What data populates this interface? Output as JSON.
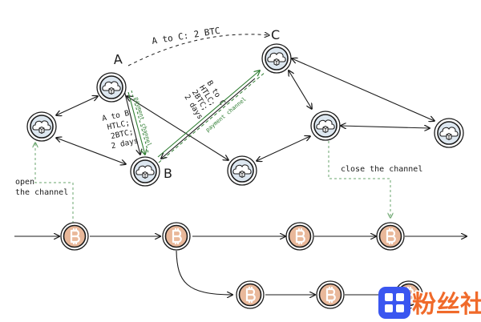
{
  "labels": {
    "node_a": "A",
    "node_b": "B",
    "node_c": "C",
    "top_arrow": "A to C: 2 BTC",
    "a_to_b": [
      "A to B",
      "HTLC;",
      "2BTC;",
      "2 days"
    ],
    "b_to_c": [
      "B to C",
      "HTLC;",
      "2BTC;",
      "2 days"
    ],
    "payment_channel": "payment channel",
    "open_channel": [
      "open",
      "the channel"
    ],
    "close_channel": "close the channel"
  },
  "watermark": {
    "text": "粉丝社区"
  },
  "icons": {
    "node": "cloud-cube-icon",
    "coin": "bitcoin-icon"
  },
  "colors": {
    "line": "#1b1b1b",
    "channel": "#2f7d32",
    "dashed": "#6aa56d",
    "node_fill": "#dde7f0",
    "coin_fill": "#e9b89a",
    "watermark": "#f06a2a",
    "watermark_logo": "#3a56f0"
  }
}
